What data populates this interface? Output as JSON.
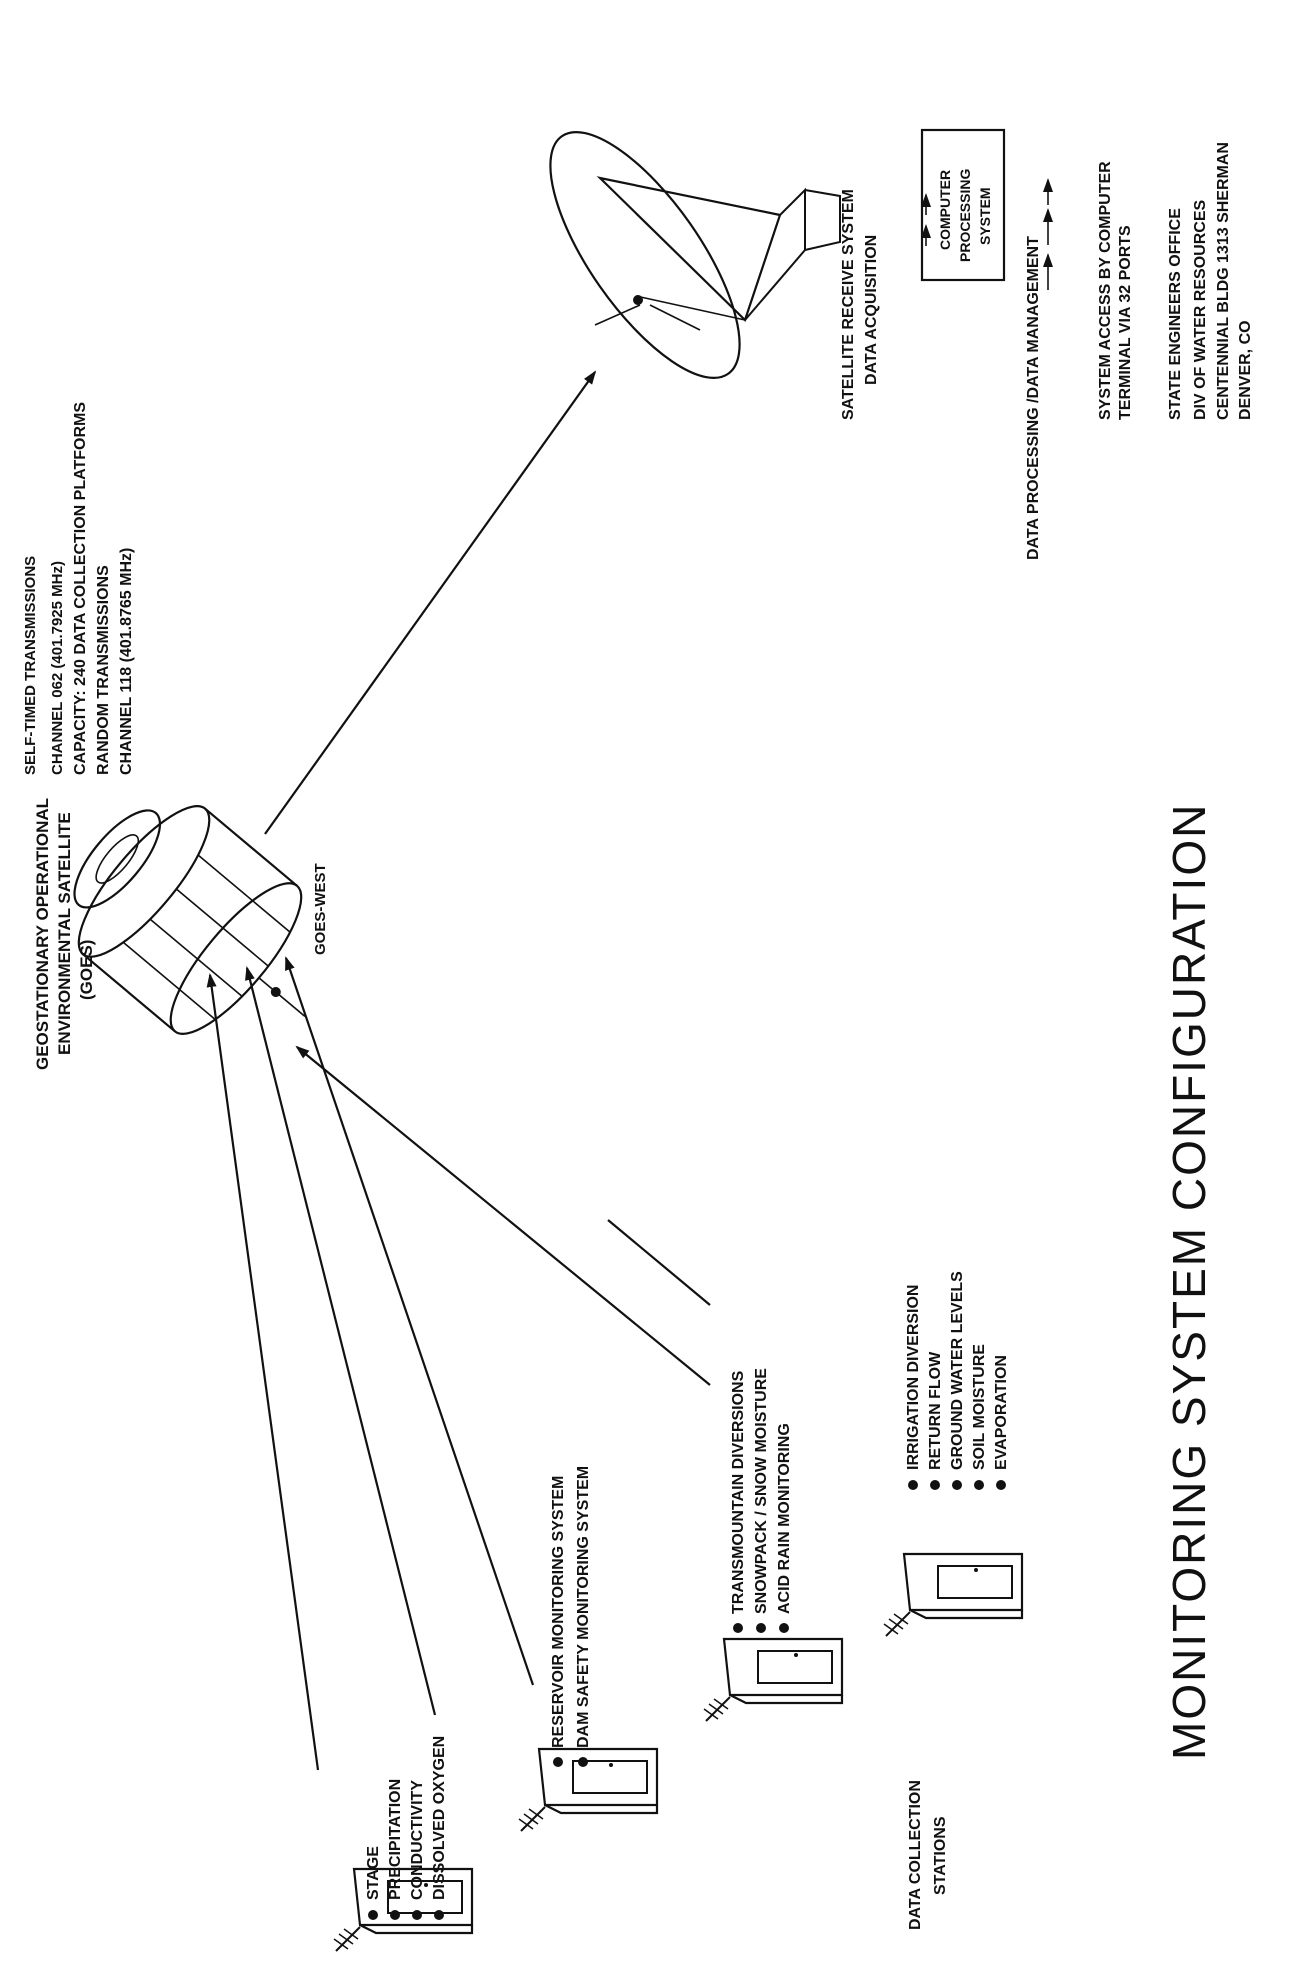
{
  "title": "MONITORING SYSTEM CONFIGURATION",
  "satellite": {
    "name_lines": [
      "GEOSTATIONARY OPERATIONAL",
      "ENVIRONMENTAL SATELLITE",
      "(GOES)"
    ],
    "designation": "GOES-WEST"
  },
  "transmissions": {
    "lines": [
      "SELF-TIMED TRANSMISSIONS",
      "CHANNEL 062 (401.7925 MHz)",
      "CAPACITY: 240 DATA COLLECTION PLATFORMS",
      "RANDOM TRANSMISSIONS",
      "CHANNEL 118 (401.8765 MHz)"
    ]
  },
  "receive_station": {
    "label_lines": [
      "SATELLITE RECEIVE SYSTEM",
      "DATA ACQUISITION"
    ],
    "processing_box_lines": [
      "COMPUTER",
      "PROCESSING",
      "SYSTEM"
    ],
    "data_management": "DATA PROCESSING /DATA MANAGEMENT",
    "access_lines": [
      "SYSTEM ACCESS BY COMPUTER",
      "TERMINAL VIA 32 PORTS"
    ],
    "office_lines": [
      "STATE ENGINEERS OFFICE",
      "DIV OF WATER RESOURCES",
      "CENTENNIAL BLDG 1313 SHERMAN",
      "DENVER, CO"
    ]
  },
  "station_groups": [
    {
      "items": [
        "STAGE",
        "PRECIPITATION",
        "CONDUCTIVITY",
        "DISSOLVED OXYGEN"
      ]
    },
    {
      "items": [
        "RESERVOIR MONITORING SYSTEM",
        "DAM SAFETY MONITORING SYSTEM"
      ]
    },
    {
      "items": [
        "TRANSMOUNTAIN DIVERSIONS",
        "SNOWPACK / SNOW MOISTURE",
        "ACID RAIN MONITORING"
      ]
    },
    {
      "items": [
        "IRRIGATION DIVERSION",
        "RETURN FLOW",
        "GROUND WATER LEVELS",
        "SOIL MOISTURE",
        "EVAPORATION"
      ]
    }
  ],
  "stations_label_lines": [
    "DATA COLLECTION",
    "STATIONS"
  ]
}
